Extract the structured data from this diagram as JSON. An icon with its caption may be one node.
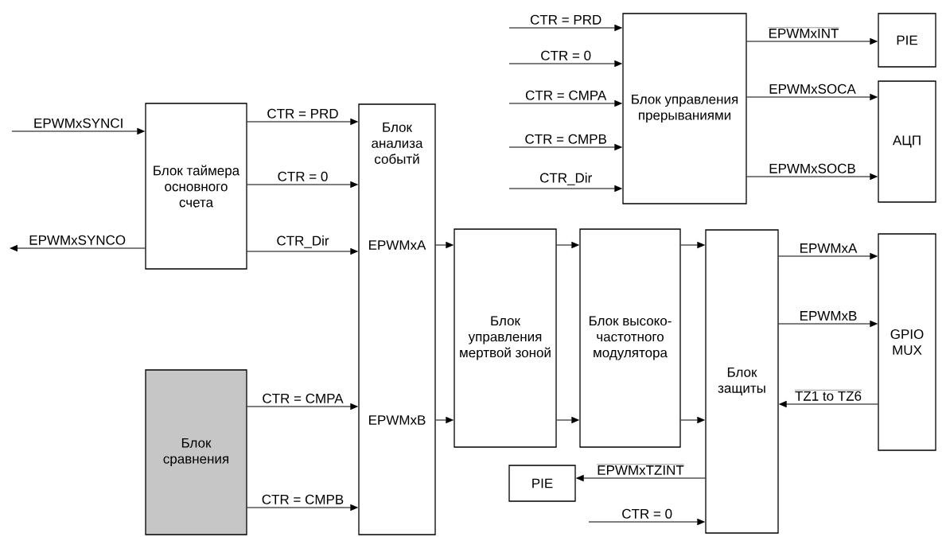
{
  "diagram": {
    "nodes": [
      {
        "text": [
          "Блок таймера основного счета"
        ]
      },
      {
        "text": [
          "Блок анализа событй",
          "EPWMxA",
          "EPWMxB"
        ]
      },
      {
        "text": [
          "Блок сравнения"
        ]
      },
      {
        "text": [
          "Блок управления мертвой зоной"
        ]
      },
      {
        "text": [
          "Блок высоко-частотного модулятора"
        ]
      },
      {
        "text": [
          "Блок защиты"
        ]
      },
      {
        "text": [
          "GPIO MUX"
        ]
      },
      {
        "text": [
          "PIE"
        ]
      },
      {
        "text": [
          "Блок управления прерываниями"
        ]
      },
      {
        "text": [
          "PIE"
        ]
      },
      {
        "text": [
          "АЦП"
        ]
      }
    ],
    "edges": [
      {
        "from": null,
        "to": 0,
        "arrow": "to",
        "label": "EPWMxSYNCI"
      },
      {
        "from": 0,
        "to": null,
        "arrow": "to",
        "label": "EPWMxSYNCO"
      },
      {
        "from": 0,
        "to": 1,
        "arrow": "to",
        "label": "CTR = PRD"
      },
      {
        "from": 0,
        "to": 1,
        "arrow": "to",
        "label": "CTR = 0"
      },
      {
        "from": 0,
        "to": 1,
        "arrow": "to",
        "label": "CTR_Dir"
      },
      {
        "from": 2,
        "to": 1,
        "arrow": "to",
        "label": "CTR = CMPA"
      },
      {
        "from": 2,
        "to": 1,
        "arrow": "to",
        "label": "CTR = CMPB"
      },
      {
        "from": 1,
        "to": 3,
        "arrow": "to"
      },
      {
        "from": 1,
        "to": 3,
        "arrow": "to"
      },
      {
        "from": 3,
        "to": 4,
        "arrow": "to"
      },
      {
        "from": 3,
        "to": 4,
        "arrow": "to"
      },
      {
        "from": 4,
        "to": 5,
        "arrow": "to"
      },
      {
        "from": 4,
        "to": 5,
        "arrow": "to"
      },
      {
        "from": 5,
        "to": 6,
        "arrow": "to",
        "label": "EPWMxA"
      },
      {
        "from": 5,
        "to": 6,
        "arrow": "to",
        "label": "EPWMxB"
      },
      {
        "from": 6,
        "to": 5,
        "arrow": "to",
        "label": "TZ1 to TZ6"
      },
      {
        "from": 5,
        "to": 7,
        "arrow": "to",
        "label": "EPWMxTZINT"
      },
      {
        "from": null,
        "to": 5,
        "arrow": "to",
        "label": "CTR = 0"
      },
      {
        "from": null,
        "to": 8,
        "arrow": "to",
        "label": "CTR = PRD"
      },
      {
        "from": null,
        "to": 8,
        "arrow": "to",
        "label": "CTR = 0"
      },
      {
        "from": null,
        "to": 8,
        "arrow": "to",
        "label": "CTR = CMPA"
      },
      {
        "from": null,
        "to": 8,
        "arrow": "to",
        "label": "CTR = CMPB"
      },
      {
        "from": null,
        "to": 8,
        "arrow": "to",
        "label": "CTR_Dir"
      },
      {
        "from": 8,
        "to": 9,
        "arrow": "to",
        "label": "EPWMxINT"
      },
      {
        "from": 8,
        "to": 10,
        "arrow": "to",
        "label": "EPWMxSOCA"
      },
      {
        "from": 8,
        "to": 10,
        "arrow": "to",
        "label": "EPWMxSOCB"
      }
    ]
  }
}
